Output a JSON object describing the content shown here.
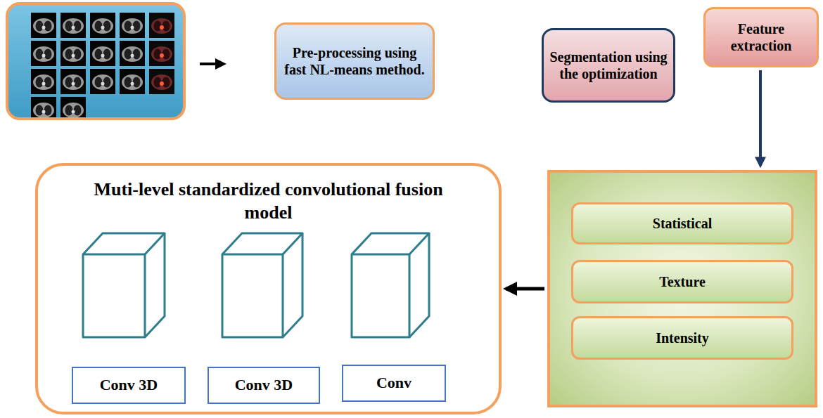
{
  "diagram": {
    "nodes": [
      {
        "text": [
          "Pre-processing using fast NL-means method."
        ]
      },
      {
        "text": [
          "Segmentation using the optimization"
        ]
      },
      {
        "text": [
          "Feature extraction"
        ]
      },
      {
        "text": []
      },
      {
        "text": [
          "Statistical"
        ],
        "in": 3
      },
      {
        "text": [
          "Texture"
        ],
        "in": 3
      },
      {
        "text": [
          "Intensity"
        ],
        "in": 3
      },
      {
        "text": [
          "Muti-level standardized convolutional fusion model"
        ]
      },
      {
        "text": [
          "Conv 3D"
        ],
        "in": 7
      },
      {
        "text": [
          "Conv 3D"
        ],
        "in": 7
      },
      {
        "text": [
          "Conv"
        ],
        "in": 7
      }
    ],
    "edges": [
      {
        "from": 2,
        "to": 3,
        "arrow": "to"
      },
      {
        "from": 3,
        "to": 7,
        "arrow": "to"
      }
    ]
  }
}
